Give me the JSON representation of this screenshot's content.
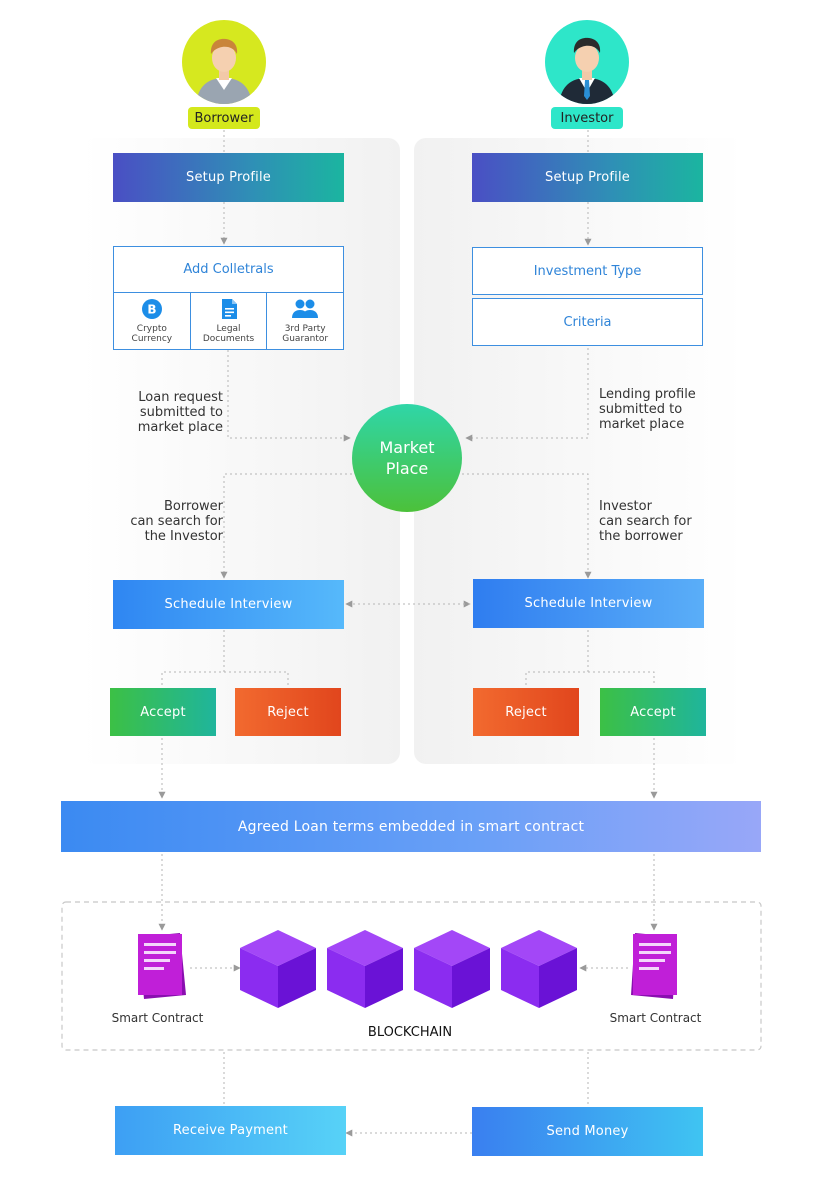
{
  "roles": {
    "borrower": "Borrower",
    "investor": "Investor"
  },
  "borrower_flow": {
    "setup_profile": "Setup Profile",
    "add_collaterals": "Add Colletrals",
    "collaterals": [
      {
        "label_line1": "Crypto",
        "label_line2": "Currency",
        "icon": "bitcoin-icon"
      },
      {
        "label_line1": "Legal",
        "label_line2": "Documents",
        "icon": "document-icon"
      },
      {
        "label_line1": "3rd Party",
        "label_line2": "Guarantor",
        "icon": "people-icon"
      }
    ],
    "submit_note": [
      "Loan request",
      "submitted to",
      "market place"
    ],
    "search_note": [
      "Borrower",
      "can search for",
      "the Investor"
    ],
    "schedule_interview": "Schedule Interview",
    "accept": "Accept",
    "reject": "Reject"
  },
  "investor_flow": {
    "setup_profile": "Setup Profile",
    "investment_type": "Investment Type",
    "criteria": "Criteria",
    "submit_note": [
      "Lending profile",
      "submitted to",
      "market place"
    ],
    "search_note": [
      "Investor",
      "can search for",
      "the borrower"
    ],
    "schedule_interview": "Schedule Interview",
    "reject": "Reject",
    "accept": "Accept"
  },
  "market_place": [
    "Market",
    "Place"
  ],
  "agreed_terms": "Agreed Loan terms embedded in smart contract",
  "blockchain": {
    "title": "BLOCKCHAIN",
    "smart_contract_left": "Smart Contract",
    "smart_contract_right": "Smart Contract",
    "block_count": 4
  },
  "payments": {
    "receive": "Receive Payment",
    "send": "Send Money"
  },
  "colors": {
    "borrower_tag": "#d4e81c",
    "investor_tag": "#2ee6c9",
    "market_place_from": "#2fd6a8",
    "market_place_to": "#4cc13a",
    "block_purple": "#8b2cf0",
    "contract_purple": "#b218d6"
  }
}
